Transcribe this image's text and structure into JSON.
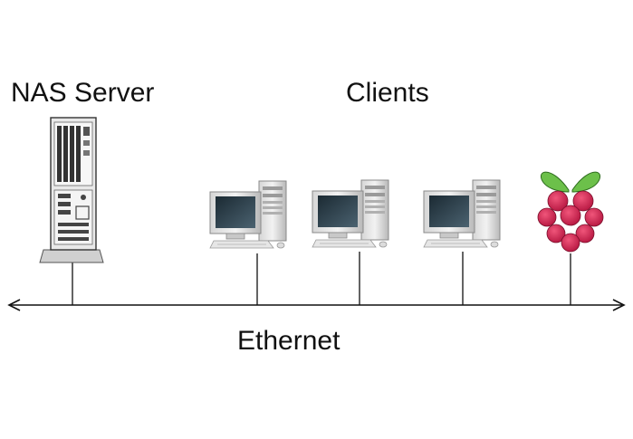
{
  "labels": {
    "server": "NAS Server",
    "clients": "Clients",
    "network": "Ethernet"
  },
  "nodes": [
    {
      "id": "nas-server",
      "icon": "tower-server-icon"
    },
    {
      "id": "client-1",
      "icon": "desktop-computer-icon"
    },
    {
      "id": "client-2",
      "icon": "desktop-computer-icon"
    },
    {
      "id": "client-3",
      "icon": "desktop-computer-icon"
    },
    {
      "id": "raspberry-pi",
      "icon": "raspberry-pi-icon"
    }
  ],
  "colors": {
    "line": "#111111",
    "berry": "#c51a4a",
    "leaf": "#6cc04a"
  }
}
